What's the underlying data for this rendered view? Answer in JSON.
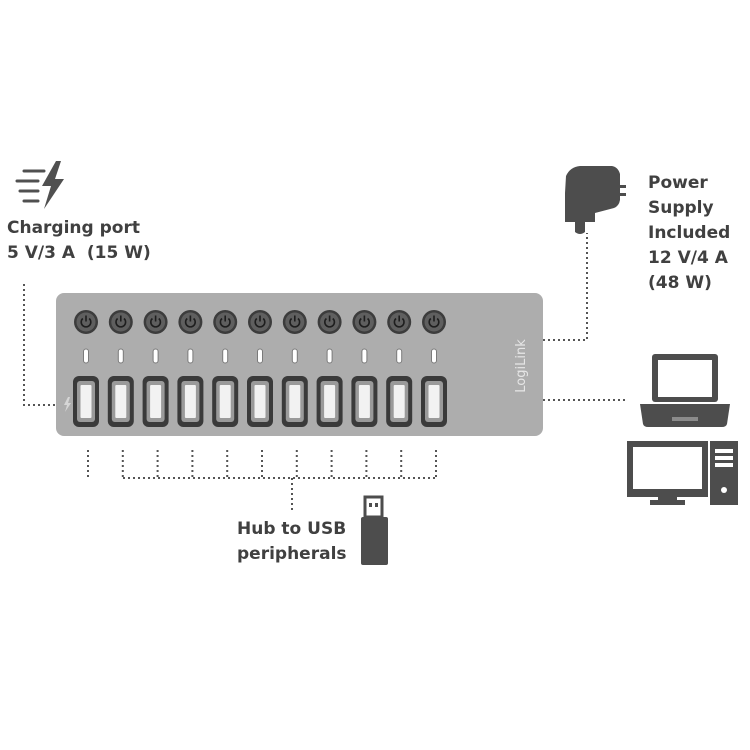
{
  "charging": {
    "title": "Charging port",
    "spec": "5 V/3 A  (15 W)"
  },
  "power_supply": {
    "line1": "Power",
    "line2": "Supply",
    "line3": "Included",
    "line4": "12 V/4 A",
    "line5": "(48 W)"
  },
  "peripherals": {
    "line1": "Hub to USB",
    "line2": "peripherals"
  },
  "hub": {
    "brand": "LogiLink",
    "port_count": 11,
    "ports_switchable": 11
  },
  "icons": [
    "lightning-speed-icon",
    "power-adapter-icon",
    "laptop-icon",
    "desktop-pc-icon",
    "usb-stick-icon",
    "power-button-icon",
    "usb-port-icon"
  ],
  "colors": {
    "hub_body": "#adadad",
    "device_dark": "#4d4d4d",
    "text": "#404040",
    "line": "#555555",
    "background": "#ffffff"
  }
}
